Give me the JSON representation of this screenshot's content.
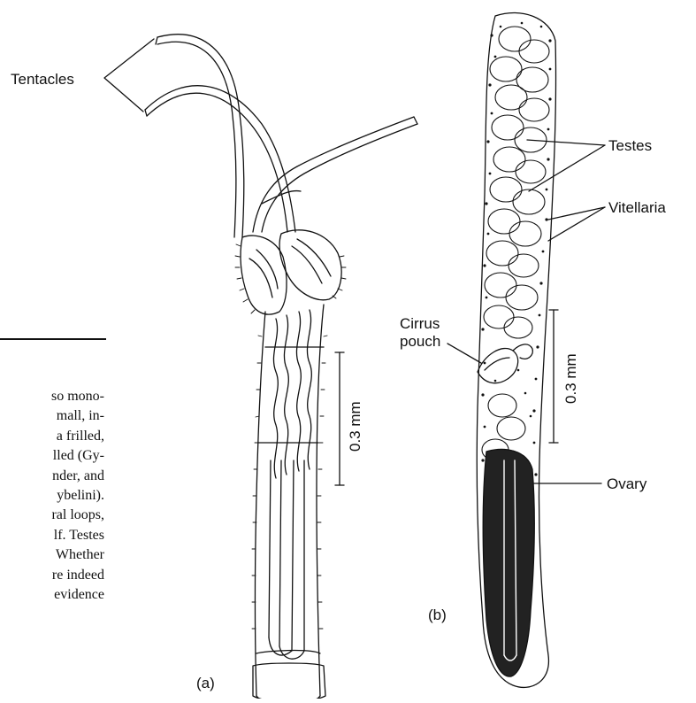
{
  "labels": {
    "tentacles": "Tentacles",
    "testes": "Testes",
    "vitellaria": "Vitellaria",
    "cirrus_line1": "Cirrus",
    "cirrus_line2": "pouch",
    "ovary": "Ovary",
    "scale_a": "0.3 mm",
    "scale_b": "0.3 mm",
    "panel_a": "(a)",
    "panel_b": "(b)"
  },
  "body_text": [
    "so mono-",
    "mall, in-",
    "a frilled,",
    "lled (Gy-",
    "nder, and",
    "ybelini).",
    "ral loops,",
    "lf. Testes",
    "Whether",
    "re indeed",
    "evidence"
  ],
  "colors": {
    "ink": "#111111",
    "background": "#ffffff"
  }
}
